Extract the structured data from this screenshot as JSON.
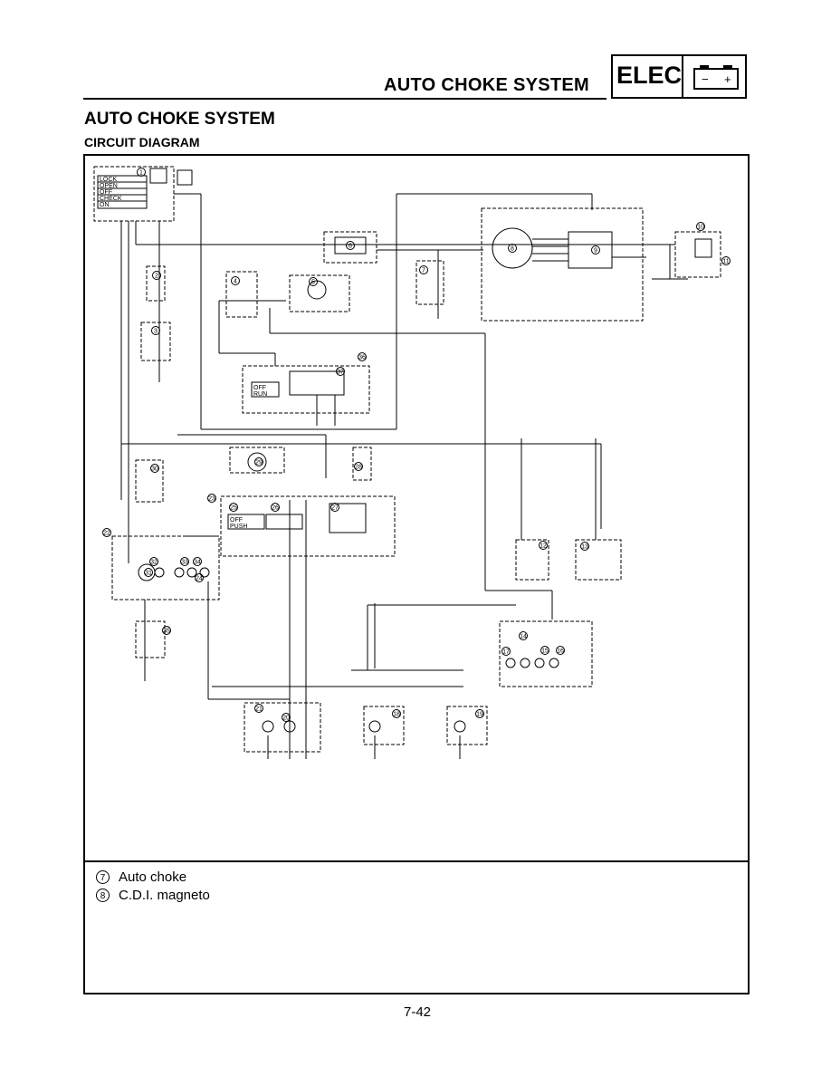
{
  "header": {
    "title": "AUTO CHOKE SYSTEM",
    "badge": "ELEC",
    "battery_icon": "battery-icon",
    "battery_minus": "−",
    "battery_plus": "+"
  },
  "section": {
    "title": "AUTO CHOKE SYSTEM",
    "subtitle": "CIRCUIT DIAGRAM"
  },
  "diagram": {
    "switch_positions": [
      "LOCK",
      "OPEN",
      "OFF",
      "CHECK",
      "ON"
    ],
    "engine_stop_positions": [
      "OFF",
      "RUN"
    ],
    "start_switch_positions": [
      "OFF",
      "PUSH"
    ],
    "component_numbers": [
      "1",
      "2",
      "3",
      "4",
      "5",
      "6",
      "7",
      "8",
      "9",
      "10",
      "11",
      "12",
      "13",
      "14",
      "15",
      "16",
      "17",
      "18",
      "19",
      "20",
      "21",
      "22",
      "23",
      "24",
      "25",
      "26",
      "27",
      "28",
      "29",
      "30",
      "31",
      "32",
      "33",
      "34",
      "35",
      "36",
      "37"
    ]
  },
  "legend": [
    {
      "num": "7",
      "label": "Auto choke"
    },
    {
      "num": "8",
      "label": "C.D.I. magneto"
    }
  ],
  "page_number": "7-42"
}
